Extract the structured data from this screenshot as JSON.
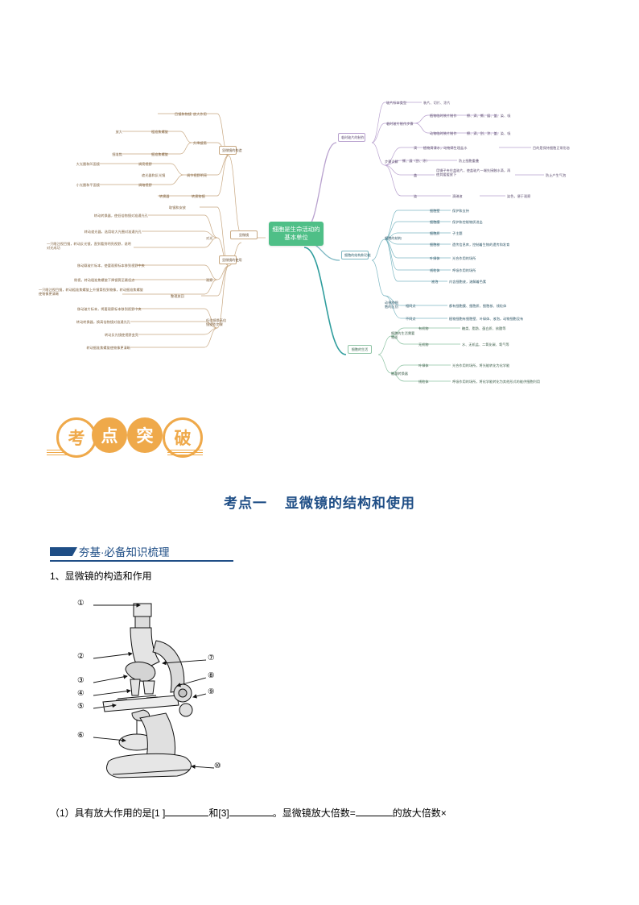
{
  "mindmap": {
    "center": "细胞是生命活动的基本单位",
    "left": {
      "root": "显微镜",
      "branch1": {
        "title": "显微镜的构造",
        "rows": [
          {
            "a": "目镜和物镜",
            "b": "放大作用"
          },
          {
            "a": "放大",
            "b": "粗准焦螺旋",
            "c": "升降镜筒"
          },
          {
            "a": "细准焦",
            "b": "细准焦螺旋"
          },
          {
            "a": "大光圈和凹面镜",
            "b": "调亮视野"
          },
          {
            "a": "小光圈和平面镜",
            "b": "调暗视野"
          },
          {
            "a": "遮光器和反光镜",
            "b": "调节视野明亮"
          },
          {
            "a": "转换器",
            "b": "转换物镜"
          }
        ]
      },
      "branch2": {
        "title": "显微镜的使用",
        "groups": [
          {
            "name": "取镜和安放",
            "items": []
          },
          {
            "name": "对光",
            "items": [
              "转动转换器，使低倍物镜对准通光孔",
              "转动遮光器，选用较大光圈对准通光孔",
              "一只眼注视目镜，转动反光镜，直到看到明亮视野，说明对光成功"
            ]
          },
          {
            "name": "观察",
            "items": [
              "移动载玻片标本，使要观察标本移到视野中央",
              "侧视，转动粗准焦螺旋下降镜筒至最低点",
              "一只眼注视目镜，转动粗准焦螺旋上升镜筒找到物像，转动细准焦螺旋使物像更清晰"
            ]
          },
          {
            "name": "整理放回",
            "items": []
          },
          {
            "name": "低倍镜换高倍镜操作步骤",
            "items": [
              "移动玻片标本，将要观察标本移到视野中央",
              "转动转换器，换高倍物镜对准通光孔",
              "转动反光镜使视野变亮",
              "转动细准焦螺旋使物像更清晰"
            ]
          }
        ]
      }
    },
    "right": {
      "slide": {
        "title": "临时玻片的制作",
        "type_label": "玻片标本类型",
        "type_value": "装片、切片、涂片",
        "steps_label": "临时玻片制作步骤",
        "steps": [
          {
            "a": "植物临时装片制作",
            "b": "擦、滴、撕、展、盖、染、吸"
          },
          {
            "a": "动物临时装片制作",
            "b": "擦、滴、刮、涂、盖、染、吸"
          }
        ],
        "detail_label": "步骤详解",
        "details": [
          {
            "k": "滴",
            "v": "植物滴清水，动物滴生理盐水",
            "w": "目的是保持细胞正常形态"
          },
          {
            "k": "撕、展（刮、涂）",
            "v": "防止细胞重叠",
            "w": ""
          },
          {
            "k": "盖",
            "v": "用镊子夹住盖玻片，使盖玻片一端先接触水滴，再使其缓缓放下",
            "w": "防止产生气泡"
          },
          {
            "k": "染",
            "v": "滴碘液",
            "w": "染色，便于观察"
          }
        ]
      },
      "structure": {
        "title": "细胞的结构和功能",
        "sub_label": "细胞的结构",
        "parts": [
          {
            "a": "细胞壁",
            "b": "保护和支持"
          },
          {
            "a": "细胞膜",
            "b": "保护和控制物质进出"
          },
          {
            "a": "细胞质",
            "b": "子主题"
          },
          {
            "a": "细胞核",
            "b": "遗传信息库，控制着生物的遗传和发育"
          },
          {
            "a": "叶绿体",
            "b": "光合作用的场所"
          },
          {
            "a": "线粒体",
            "b": "呼吸作用的场所"
          },
          {
            "a": "液泡",
            "b": "内含细胞液，溶解着色素"
          }
        ],
        "diff_label": "动植物细胞的区别",
        "diffs": [
          {
            "a": "相同点",
            "b": "都有细胞膜、细胞质、细胞核、线粒体"
          },
          {
            "a": "不同点",
            "b": "植物细胞有细胞壁、叶绿体、液泡，动物细胞没有"
          }
        ]
      },
      "life": {
        "title": "细胞的生活",
        "matter_label": "细胞的生活需要物质",
        "matters": [
          {
            "a": "有机物",
            "b": "糖类、脂肪、蛋白质、核酸等"
          },
          {
            "a": "无机物",
            "b": "水、无机盐、二氧化碳、氧气等"
          }
        ],
        "energy_label": "能量转换器",
        "energies": [
          {
            "a": "叶绿体",
            "b": "光合作用的场所，将光能转化为化学能"
          },
          {
            "a": "线粒体",
            "b": "呼吸作用的场所，将化学能转化为其他形式的能供细胞利用"
          }
        ]
      }
    }
  },
  "badge": {
    "chars": [
      "考",
      "点",
      "突",
      "破"
    ]
  },
  "headings": {
    "kaodian_num": "考点一",
    "kaodian_title": "显微镜的结构和使用",
    "section": "夯基·必备知识梳理",
    "num_title": "1、显微镜的构造和作用"
  },
  "figure": {
    "callouts": [
      "①",
      "②",
      "③",
      "④",
      "⑤",
      "⑥",
      "⑦",
      "⑧",
      "⑨",
      "⑩"
    ]
  },
  "question": {
    "prefix": "（1）具有放大作用的是[1 ]",
    "mid1": "和[3]",
    "mid2": "。显微镜放大倍数=",
    "suffix": "的放大倍数×"
  },
  "colors": {
    "center_green": "#4fbf87",
    "orange": "#efa94a",
    "blue": "#1f4e86",
    "branch_orange": "#c8a882",
    "branch_violet": "#b9a2cf",
    "branch_cyan": "#7fb9c4",
    "branch_green": "#8fc4a5"
  }
}
